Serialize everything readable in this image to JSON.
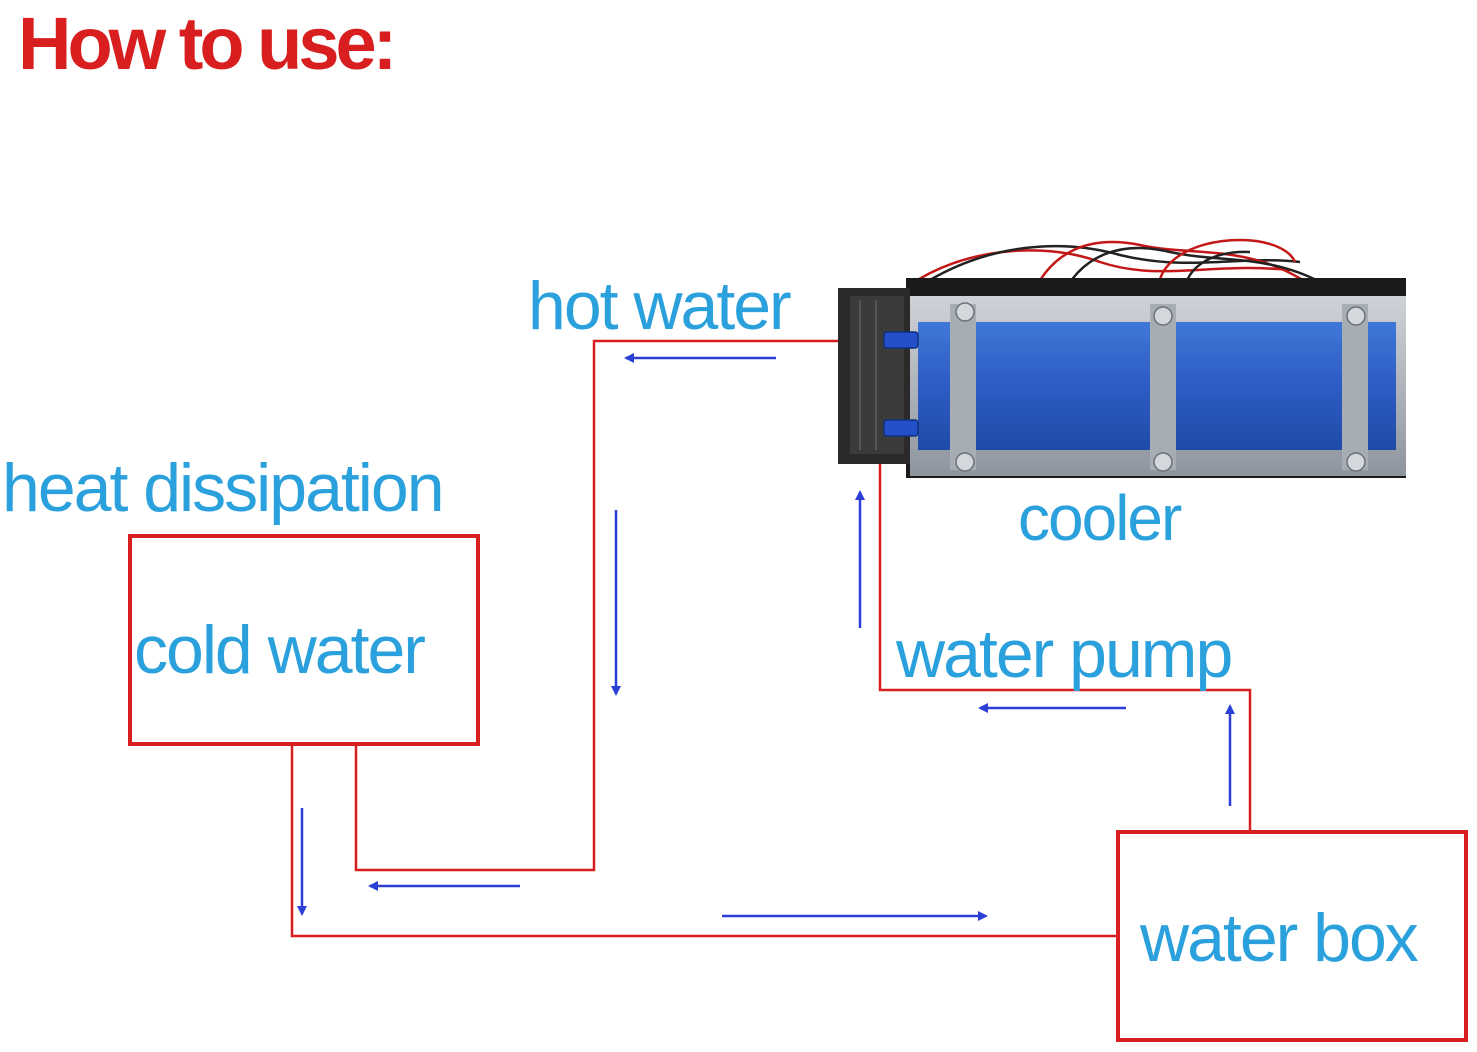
{
  "title": "How to use:",
  "labels": {
    "hot_water": "hot water",
    "heat_dissipation": "heat dissipation",
    "cold_water": "cold water",
    "cooler": "cooler",
    "water_pump": "water pump",
    "water_box": "water box"
  },
  "colors": {
    "title": "#d81e1e",
    "label_text": "#2aa0dc",
    "pipe": "#d81e1e",
    "arrow": "#2b3fd6",
    "cooler_block": "#2f5fc4"
  }
}
